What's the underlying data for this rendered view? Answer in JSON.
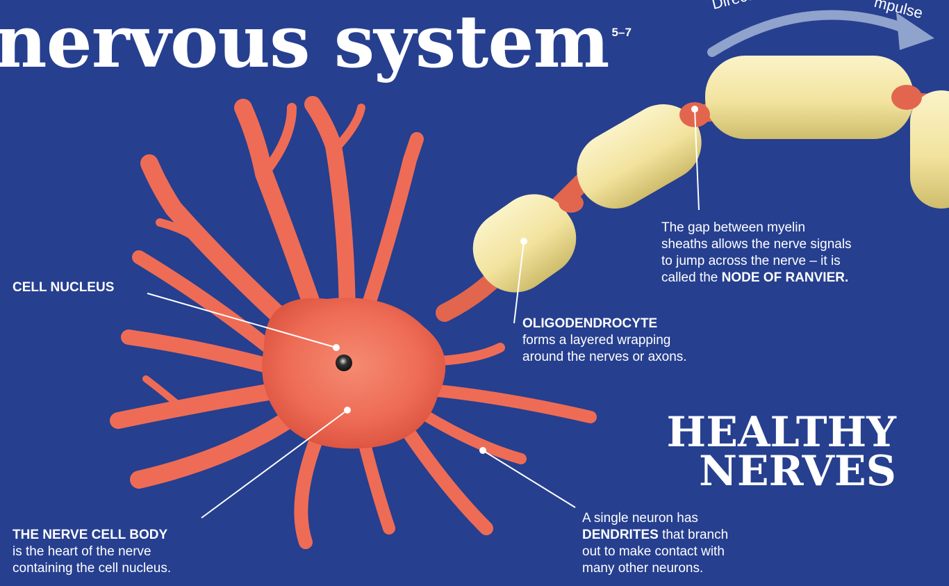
{
  "title": {
    "main": "nervous system",
    "superscript": "5–7"
  },
  "direction_arrow": {
    "left_text": "Direction of",
    "right_text": "mpulse"
  },
  "labels": {
    "cell_nucleus": "CELL NUCLEUS",
    "oligodendrocyte": {
      "term": "OLIGODENDROCYTE",
      "line1": "forms a layered wrapping",
      "line2": "around the nerves or axons."
    },
    "node_of_ranvier": {
      "line1": "The gap between myelin",
      "line2": "sheaths allows the nerve signals",
      "line3": "to jump across the nerve – it is",
      "line4_prefix": "called the",
      "term": "NODE OF RANVIER."
    },
    "cell_body": {
      "term": "THE NERVE CELL BODY",
      "line1": "is the heart of the nerve",
      "line2": "containing the cell nucleus."
    },
    "dendrites": {
      "line1": "A single neuron has",
      "term": "DENDRITES",
      "line2_suffix": "that branch",
      "line3": "out to make contact with",
      "line4": "many other neurons."
    }
  },
  "heading": {
    "line1": "HEALTHY",
    "line2": "NERVES"
  },
  "colors": {
    "background": "#263f8f",
    "neuron": "#f0705a",
    "myelin": "#f3e7a6",
    "arrow": "#7f93c0",
    "text": "#ffffff"
  }
}
